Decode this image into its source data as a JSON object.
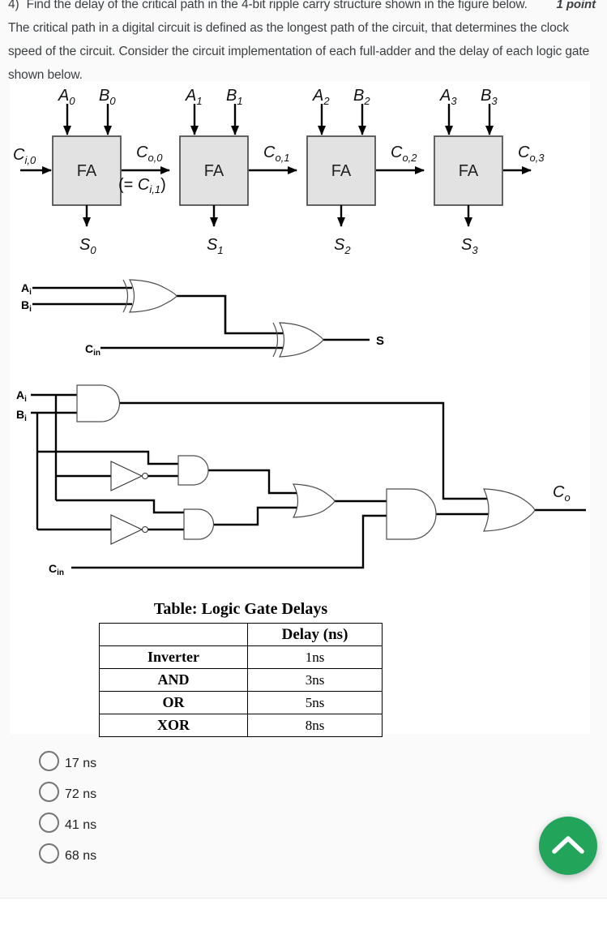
{
  "question": {
    "number": "4)",
    "text": "Find the delay of the critical path in the 4-bit ripple carry structure shown in the figure below. The critical path in a digital circuit is defined as the longest path of the circuit, that determines the clock speed of the circuit. Consider the circuit implementation of each full-adder and the delay of each logic gate shown below.",
    "points": "1 point"
  },
  "figure": {
    "fa": "FA",
    "carry_in": {
      "main": "C",
      "sub": "i,0"
    },
    "alias": {
      "pre": "(= ",
      "c": "C",
      "sub": "i,1",
      "post": ")"
    },
    "stages": [
      {
        "a": "A",
        "a_sub": "0",
        "b": "B",
        "b_sub": "0",
        "s": "S",
        "s_sub": "0",
        "co": "C",
        "co_sub": "o,0"
      },
      {
        "a": "A",
        "a_sub": "1",
        "b": "B",
        "b_sub": "1",
        "s": "S",
        "s_sub": "1",
        "co": "C",
        "co_sub": "o,1"
      },
      {
        "a": "A",
        "a_sub": "2",
        "b": "B",
        "b_sub": "2",
        "s": "S",
        "s_sub": "2",
        "co": "C",
        "co_sub": "o,2"
      },
      {
        "a": "A",
        "a_sub": "3",
        "b": "B",
        "b_sub": "3",
        "s": "S",
        "s_sub": "3",
        "co": "C",
        "co_sub": "o,3"
      }
    ],
    "sum_circuit": {
      "a": "A",
      "a_sub": "i",
      "b": "B",
      "b_sub": "i",
      "cin": "C",
      "cin_sub": "in",
      "out": "S"
    },
    "carry_circuit": {
      "a": "A",
      "a_sub": "i",
      "b": "B",
      "b_sub": "i",
      "cin": "C",
      "cin_sub": "in",
      "out": "C",
      "out_sub": "o"
    }
  },
  "table": {
    "title": "Table: Logic Gate Delays",
    "header": [
      "",
      "Delay (ns)"
    ],
    "rows": [
      [
        "Inverter",
        "1ns"
      ],
      [
        "AND",
        "3ns"
      ],
      [
        "OR",
        "5ns"
      ],
      [
        "XOR",
        "8ns"
      ]
    ]
  },
  "options": [
    {
      "label": "17 ns"
    },
    {
      "label": "72 ns"
    },
    {
      "label": "41 ns"
    },
    {
      "label": "68 ns"
    }
  ],
  "fab": {
    "icon": "chevron-up"
  },
  "colors": {
    "fab_green": "#22a45b",
    "fa_box_fill": "#e2e2e2",
    "radio_border": "#757575",
    "text_primary": "#3c4043",
    "card_background": "#fafafa"
  }
}
